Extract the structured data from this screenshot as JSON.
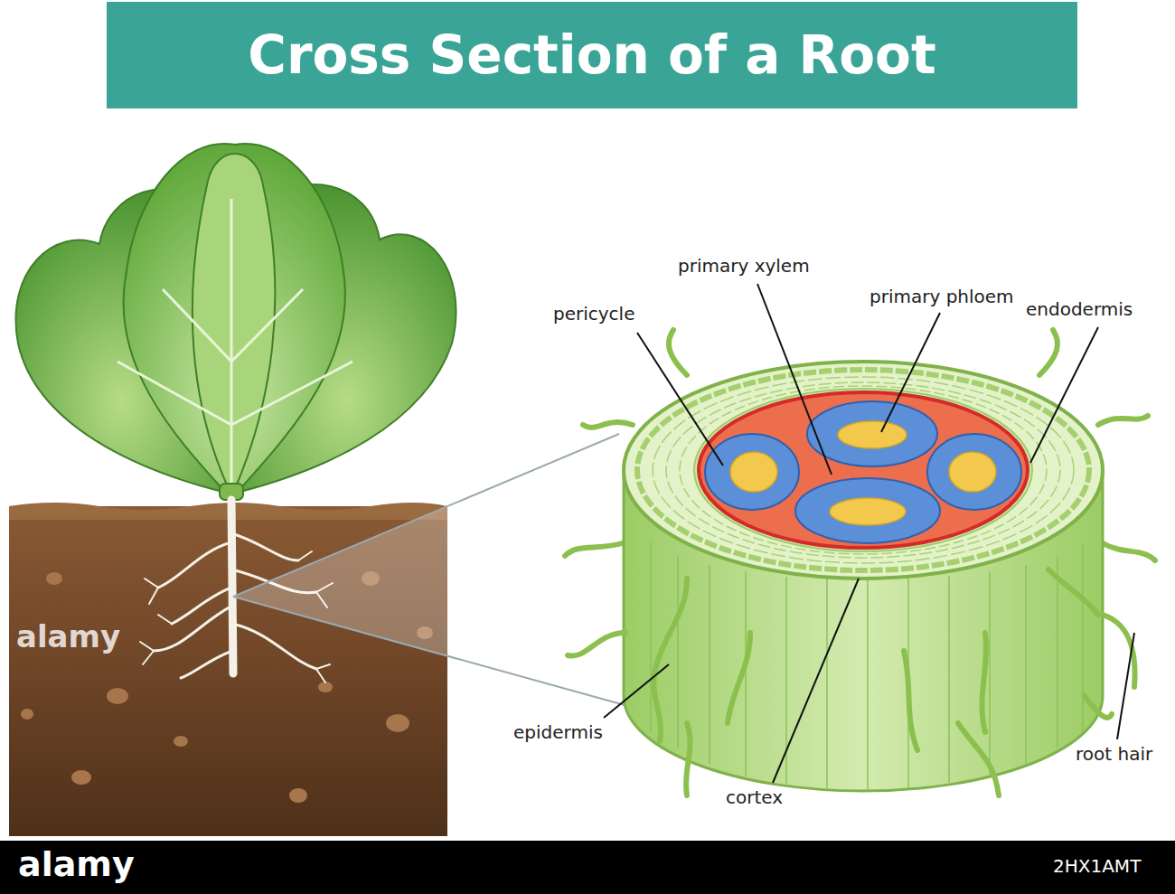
{
  "diagram": {
    "title": "Cross Section of a Root",
    "labels": [
      "pericycle",
      "primary xylem",
      "primary phloem",
      "endodermis",
      "epidermis",
      "cortex",
      "root hair",
      "alamy",
      "alamy",
      "2HX1AMT"
    ]
  }
}
